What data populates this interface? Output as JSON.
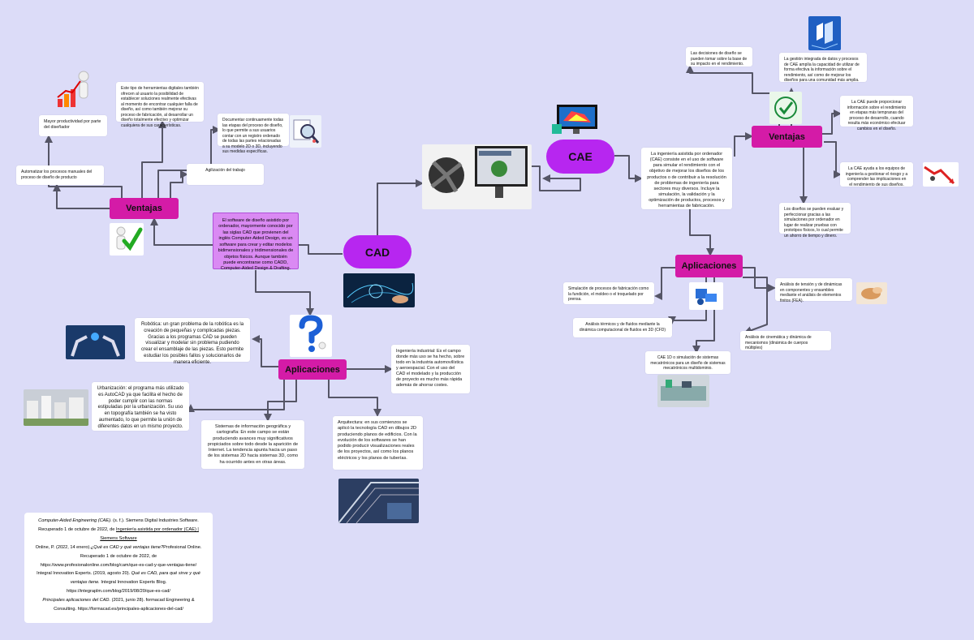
{
  "colors": {
    "background": "#dcdcf8",
    "main_node": "#b726f0",
    "category_tag": "#d41ba7",
    "definition_box": "#da8af3",
    "connector": "#555566"
  },
  "icons": [
    "chart-person-icon",
    "checkmark-person-icon",
    "magnifier-icon",
    "question-person-icon",
    "monitor-3d-icon",
    "cad-drawing-icon",
    "robot-arms-icon",
    "urban-blocks-icon",
    "architecture-icon",
    "fan-cad-icon",
    "city-isometric-icon",
    "thumb-hand-icon",
    "falling-graph-icon",
    "robot-part-icon",
    "hand-stress-icon",
    "machine-lab-icon"
  ],
  "cad": {
    "title": "CAD",
    "definition": "El software de diseño asistido por ordenador, mayormente conocido por las siglas CAD que provienen del inglés Computer-Aided Design, es un software para crear y editar modelos bidimensionales y tridimensionales de objetos físicos. Aunque también puede encontrarse como CADD, Computer-Aided Design & Drafting.",
    "ventajas": {
      "label": "Ventajas",
      "items": [
        "Automatizar los procesos manuales del proceso de diseño de producto",
        "Mayor productividad por parte del diseñador",
        "Este tipo de herramientas digitales también ofrecen al usuario la posibilidad de establecer soluciones realmente efectivas al momento de encontrar cualquier falla de diseño, así como también mejorar su proceso de fabricación, al desarrollar un diseño totalmente efectivo y optimizar cualquiera de sus características.",
        "Documentar continuamente todas las etapas del proceso de diseño, lo que permite a sus usuarios contar con un registro ordenado de todas las partes relacionadas a su modelo 2D o 3D, incluyendo sus medidas específicas.",
        "Agilización del trabajo"
      ]
    },
    "aplicaciones": {
      "label": "Aplicaciones",
      "items": [
        "Robótica: un gran problema de la robótica es la creación de pequeñas y complicadas piezas. Gracias a los programas CAD se pueden visualizar y modelar sin problema pudiendo crear el ensamblaje de las piezas. Esto permite estudiar los posibles fallos y solucionarlos de manera eficiente.",
        "Ingeniería industrial: Es el campo donde más uso se ha hecho, sobre todo en la industria automovilística y aeroespacial. Con el uso del CAD el modelado y la producción de proyecto es mucho más rápida además de ahorrar costes.",
        "Urbanización: el programa más utilizado es AutoCAD ya que facilita el hecho de poder cumplir con las normas estipuladas por la urbanización. Su uso en topografía también se ha visto aumentado, lo que permite la unión de diferentes datos en un mismo proyecto.",
        "Sistemas de información geográfica y cartografía: En este campo se están produciendo avances muy significativos propiciados sobre todo desde la aparición de Internet. La tendencia apunta hacia un paso de los sistemas 2D hacia sistemas 3D, como ha ocurrido antes en otras áreas.",
        "Arquitectura: en sus comienzos se aplicó la tecnología CAD en dibujos 2D produciendo planos de edificios. Con la evolución de los softwares se han podido producir visualizaciones reales de los proyectos, así como los planos eléctricos y los planos de tuberías."
      ]
    }
  },
  "cae": {
    "title": "CAE",
    "definition": "La ingeniería asistida por ordenador (CAE) consiste en el uso de software para simular el rendimiento con el objetivo de mejorar los diseños de los productos o de contribuir a la resolución de problemas de ingeniería para sectores muy diversos. Incluye la simulación, la validación y la optimización de productos, procesos y herramientas de fabricación.",
    "ventajas": {
      "label": "Ventajas",
      "items": [
        "Las decisiones de diseño se pueden tomar sobre la base de su impacto en el rendimiento.",
        "La gestión integrada de datos y procesos de CAE amplía la capacidad de utilizar de forma efectiva la información sobre el rendimiento, así como de mejorar los diseños para una comunidad más amplia.",
        "La CAE puede proporcionar información sobre el rendimiento en etapas más tempranas del proceso de desarrollo, cuando resulta más económico efectuar cambios en el diseño.",
        "La CAE ayuda a los equipos de ingeniería a gestionar el riesgo y a comprender las implicaciones en el rendimiento de sus diseños.",
        "Los diseños se pueden evaluar y perfeccionar gracias a las simulaciones por ordenador en lugar de realizar pruebas con prototipos físicos, lo cual permite un ahorro de tiempo y dinero."
      ]
    },
    "aplicaciones": {
      "label": "Aplicaciones",
      "items": [
        "Simulación de procesos de fabricación como la fundición, el moldeo o el troquelado por prensa.",
        "Análisis de tensión y de dinámicas en componentes y ensambles mediante el análisis de elementos finitos (FEA).",
        "Análisis térmicos y de fluidos mediante la dinámica computacional de fluidos en 3D (CFD)",
        "Análisis de cinemática y dinámica de mecanismos (dinámica de cuerpos múltiples)",
        "CAE 1D o simulación de sistemas mecatrónicos para un diseño de sistemas mecatrónicos multidominio."
      ]
    }
  },
  "references": {
    "r1_title": "Computer-Aided Engineering (CAE).",
    "r1_text": " (s. f.). Siemens Digital Industries Software. Recuperado 1 de octubre de 2022, de ",
    "r1_link": "Ingeniería asistida por ordenador (CAE) | Siemens Software",
    "r2_a": "Online, P. (2022, 14 enero).",
    "r2_title": "¿Qué es CAD y qué ventajas tiene?",
    "r2_b": "Profesional Online. Recuperado 1 de octubre de 2022, de",
    "r2_url": "https://www.profesionalonline.com/blog/cam/que-es-cad-y-que-ventajas-tiene/",
    "r3_a": "Integral Innovation Experts. (2019, agosto 20). ",
    "r3_title": "Qué es CAD, para qué sirve y qué ventajas tiene.",
    "r3_b": " Integral Innovation Experts Blog.",
    "r3_url": "https://integraplm.com/blog/2019/08/20/que-es-cad/",
    "r4_title": "Principales aplicaciones del CAD.",
    "r4_text": " (2021, junio 28). formacad Engineering & Consulting. https://formacad.es/principales-aplicaciones-del-cad/"
  }
}
